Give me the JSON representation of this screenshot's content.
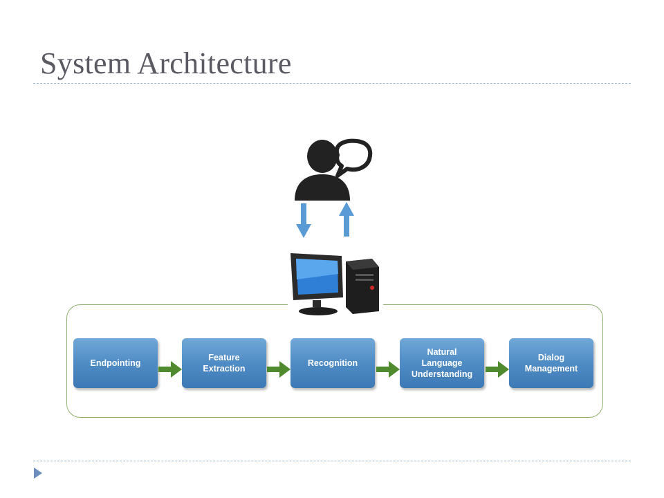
{
  "slide": {
    "title": "System Architecture"
  },
  "pipeline": {
    "stages": [
      {
        "label": "Endpointing"
      },
      {
        "label": "Feature\nExtraction"
      },
      {
        "label": "Recognition"
      },
      {
        "label": "Natural\nLanguage\nUnderstanding"
      },
      {
        "label": "Dialog\nManagement"
      }
    ]
  },
  "icons": {
    "user": "speaking-user-icon",
    "computer": "computer-icon",
    "bullet": "triangle-bullet-icon"
  },
  "colors": {
    "title": "#5a5a63",
    "stage_fill": "#4f8bc4",
    "flow_arrow": "#4f8a2f",
    "io_arrow": "#5b9bd5",
    "frame_border": "#90b070",
    "bullet": "#6c8ebf"
  }
}
